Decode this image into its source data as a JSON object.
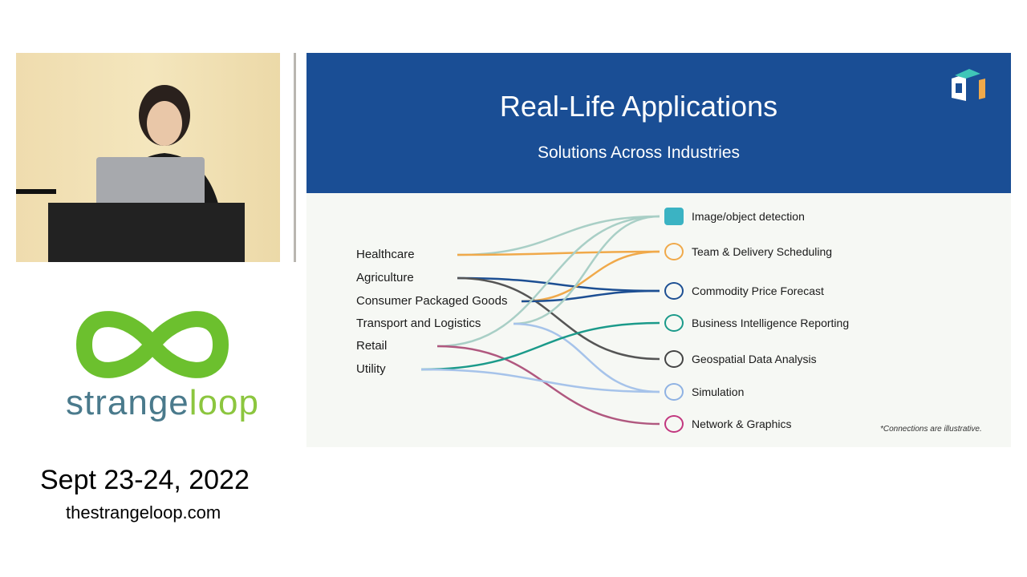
{
  "event": {
    "name": "strangeloop",
    "name_part1": "strange",
    "name_part2": "loop",
    "dates": "Sept 23-24, 2022",
    "website": "thestrangeloop.com"
  },
  "slide": {
    "title": "Real-Life Applications",
    "subtitle": "Solutions Across Industries",
    "industries": [
      "Healthcare",
      "Agriculture",
      "Consumer Packaged Goods",
      "Transport and Logistics",
      "Retail",
      "Utility"
    ],
    "applications": [
      {
        "label": "Image/object detection",
        "icon": "camera-icon",
        "color": "#3bb3c3"
      },
      {
        "label": "Team & Delivery Scheduling",
        "icon": "gears-icon",
        "color": "#f0a94a"
      },
      {
        "label": "Commodity Price Forecast",
        "icon": "trend-up-icon",
        "color": "#1d4f93"
      },
      {
        "label": "Business Intelligence Reporting",
        "icon": "dashboard-icon",
        "color": "#1b9a8a"
      },
      {
        "label": "Geospatial Data Analysis",
        "icon": "map-pin-icon",
        "color": "#444444"
      },
      {
        "label": "Simulation",
        "icon": "monitor-icon",
        "color": "#8fb2e3"
      },
      {
        "label": "Network & Graphics",
        "icon": "network-icon",
        "color": "#c2377f"
      }
    ],
    "connections": [
      {
        "from": 0,
        "to": 0,
        "color": "#a9cfc6"
      },
      {
        "from": 0,
        "to": 1,
        "color": "#f0a94a"
      },
      {
        "from": 1,
        "to": 2,
        "color": "#1d4f93"
      },
      {
        "from": 1,
        "to": 4,
        "color": "#555555"
      },
      {
        "from": 2,
        "to": 1,
        "color": "#f0a94a"
      },
      {
        "from": 2,
        "to": 2,
        "color": "#1d4f93"
      },
      {
        "from": 3,
        "to": 0,
        "color": "#a9cfc6"
      },
      {
        "from": 3,
        "to": 5,
        "color": "#a6c3ea"
      },
      {
        "from": 4,
        "to": 0,
        "color": "#a9cfc6"
      },
      {
        "from": 4,
        "to": 6,
        "color": "#b0587f"
      },
      {
        "from": 5,
        "to": 3,
        "color": "#1b9a8a"
      },
      {
        "from": 5,
        "to": 5,
        "color": "#a6c3ea"
      }
    ],
    "footnote": "*Connections are illustrative."
  }
}
